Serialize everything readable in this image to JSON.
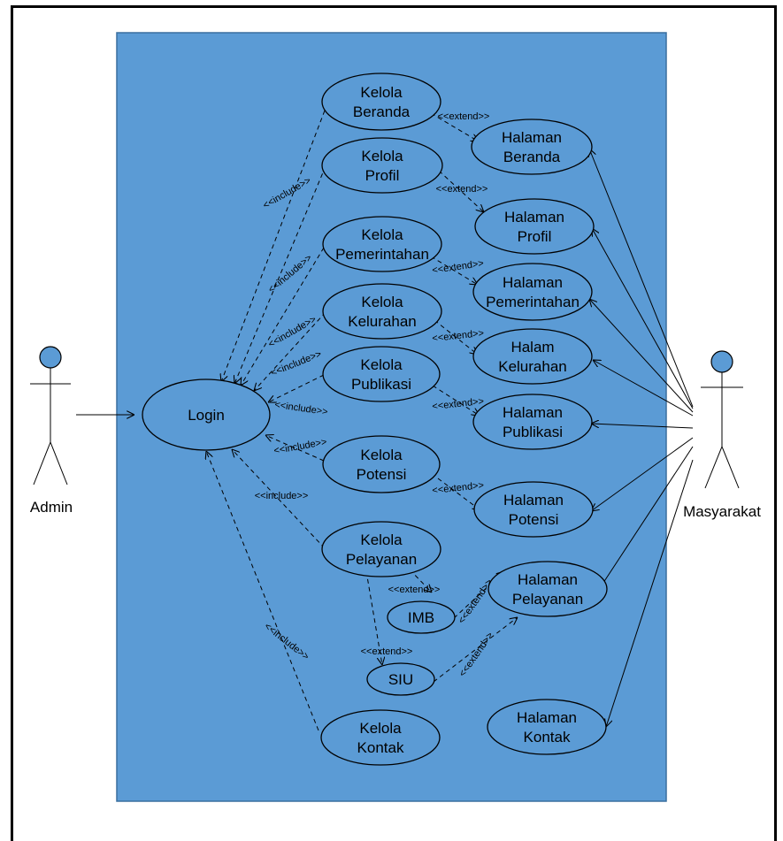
{
  "actors": {
    "admin": "Admin",
    "masyarakat": "Masyarakat"
  },
  "usecases": {
    "login": [
      "Login"
    ],
    "kelola_beranda": [
      "Kelola",
      "Beranda"
    ],
    "kelola_profil": [
      "Kelola",
      "Profil"
    ],
    "kelola_pemerintahan": [
      "Kelola",
      "Pemerintahan"
    ],
    "kelola_kelurahan": [
      "Kelola",
      "Kelurahan"
    ],
    "kelola_publikasi": [
      "Kelola",
      "Publikasi"
    ],
    "kelola_potensi": [
      "Kelola",
      "Potensi"
    ],
    "kelola_pelayanan": [
      "Kelola",
      "Pelayanan"
    ],
    "imb": [
      "IMB"
    ],
    "siu": [
      "SIU"
    ],
    "kelola_kontak": [
      "Kelola",
      "Kontak"
    ],
    "halaman_beranda": [
      "Halaman",
      "Beranda"
    ],
    "halaman_profil": [
      "Halaman",
      "Profil"
    ],
    "halaman_pemerintahan": [
      "Halaman",
      "Pemerintahan"
    ],
    "halam_kelurahan": [
      "Halam",
      "Kelurahan"
    ],
    "halaman_publikasi": [
      "Halaman",
      "Publikasi"
    ],
    "halaman_potensi": [
      "Halaman",
      "Potensi"
    ],
    "halaman_pelayanan": [
      "Halaman",
      "Pelayanan"
    ],
    "halaman_kontak": [
      "Halaman",
      "Kontak"
    ]
  },
  "stereotypes": {
    "include": "<<include>>",
    "extend": "<<extend>>"
  },
  "colors": {
    "system_fill": "#5b9bd5",
    "actor_head": "#5b9bd5",
    "line": "#000000"
  }
}
